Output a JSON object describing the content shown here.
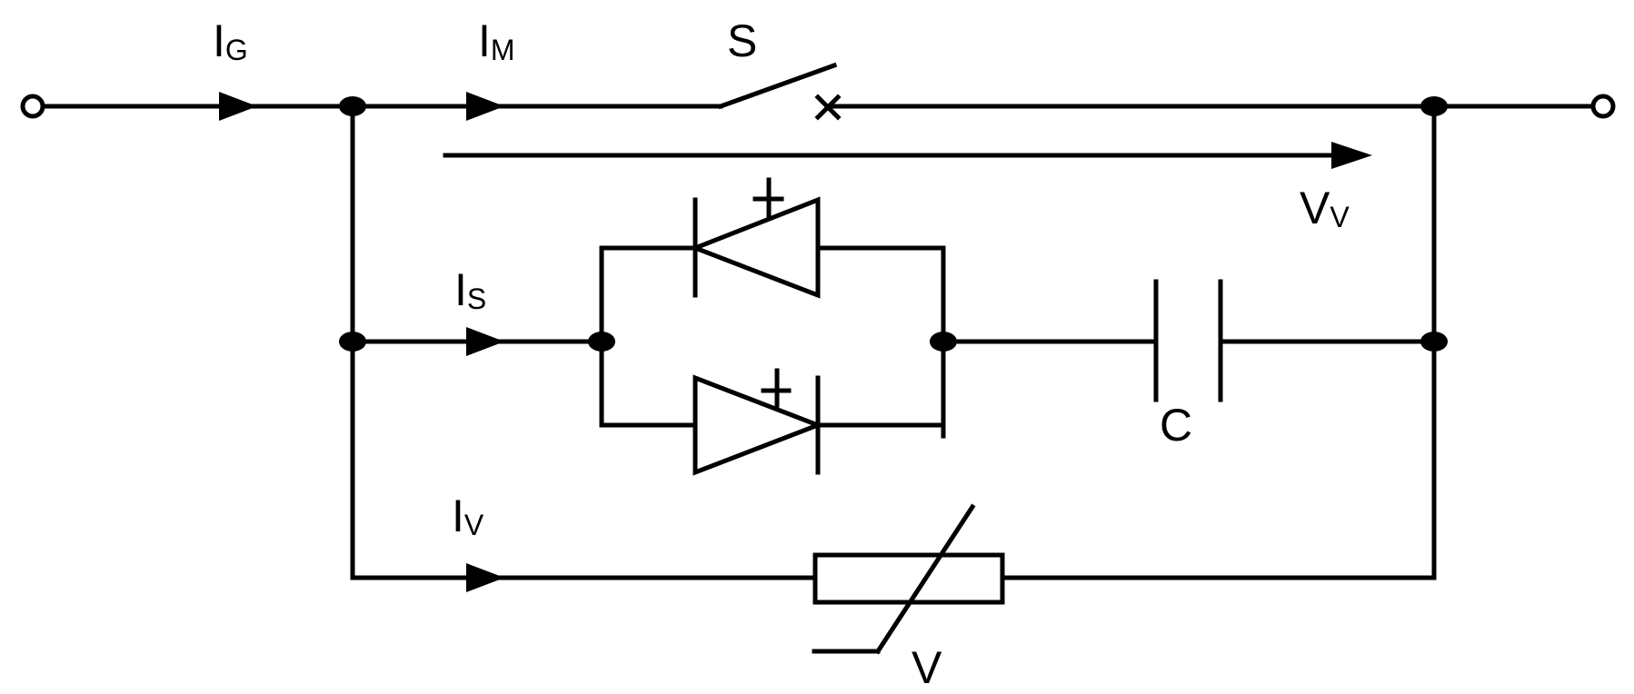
{
  "labels": {
    "i_g": {
      "main": "I",
      "sub": "G"
    },
    "i_m": {
      "main": "I",
      "sub": "M"
    },
    "i_s": {
      "main": "I",
      "sub": "S"
    },
    "i_v": {
      "main": "I",
      "sub": "V"
    },
    "v_v": {
      "main": "V",
      "sub": "V"
    },
    "switch": "S",
    "capacitor": "C",
    "varistor": "V"
  }
}
